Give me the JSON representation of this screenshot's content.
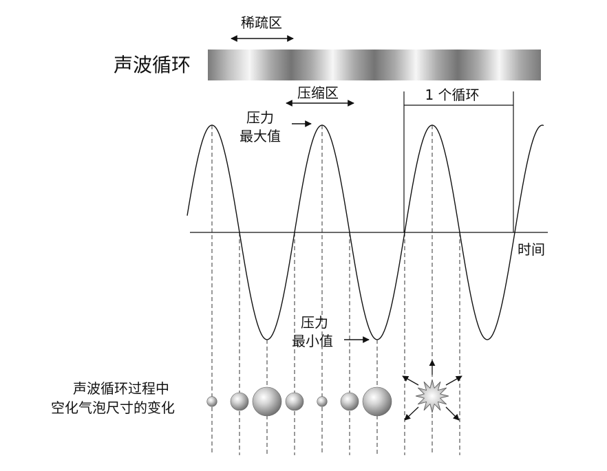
{
  "labels": {
    "sparse_zone": "稀疏区",
    "sound_cycle": "声波循环",
    "compression_zone": "压缩区",
    "one_cycle": "1 个循环",
    "pressure_max_line1": "压力",
    "pressure_max_line2": "最大值",
    "time_axis": "时间",
    "pressure_min_line1": "压力",
    "pressure_min_line2": "最小值",
    "bubble_caption_line1": "声波循环过程中",
    "bubble_caption_line2": "空化气泡尺寸的变化"
  },
  "wave": {
    "cycles_shown": 3.2,
    "phase_note_visible": false
  },
  "bubbles": [
    {
      "relative_size": 0.35,
      "state": "small"
    },
    {
      "relative_size": 0.62,
      "state": "growing"
    },
    {
      "relative_size": 1.0,
      "state": "large"
    },
    {
      "relative_size": 0.62,
      "state": "shrinking"
    },
    {
      "relative_size": 0.35,
      "state": "small"
    },
    {
      "relative_size": 0.62,
      "state": "growing"
    },
    {
      "relative_size": 1.0,
      "state": "large"
    },
    {
      "relative_size": 1.2,
      "state": "collapse"
    }
  ],
  "colors": {
    "line": "#111111",
    "dashed": "#333333",
    "band_dark": "#6f6f6f",
    "band_light": "#f4f4f4"
  },
  "icons": [
    "arrow-left-right-icon",
    "arrow-right-icon",
    "burst-icon"
  ]
}
